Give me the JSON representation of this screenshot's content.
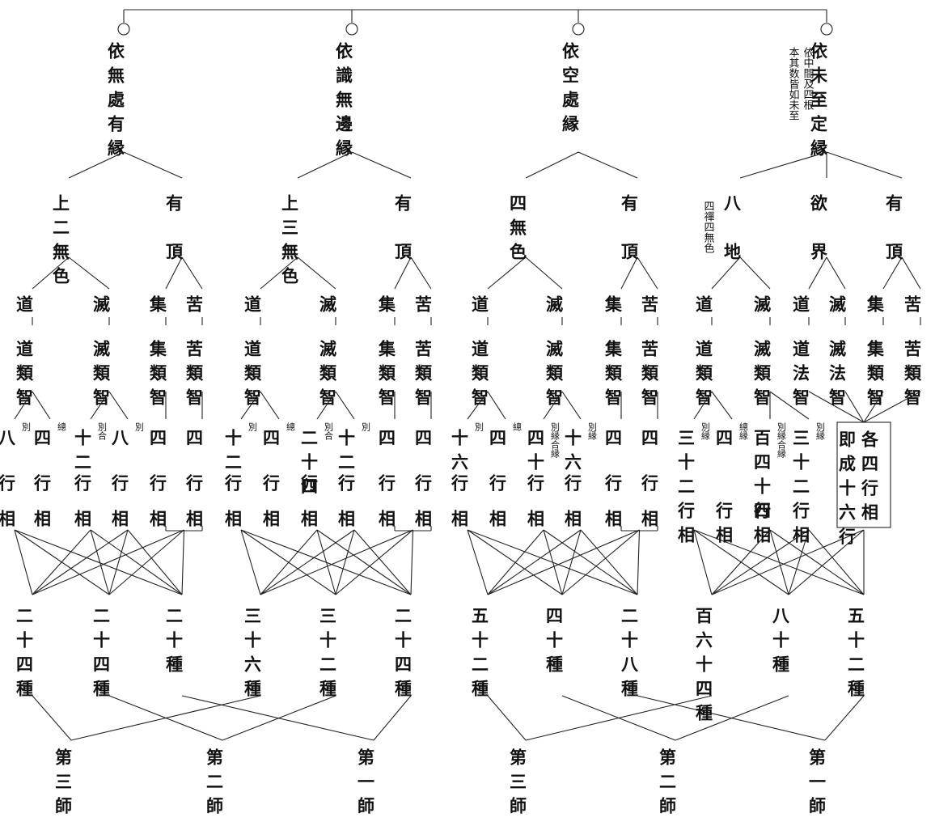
{
  "root_mark": "○",
  "columns": [
    {
      "id": "c1",
      "top_label": "依無處有縁",
      "top_note": "",
      "branches": [
        "上二無色",
        "有",
        "頂"
      ],
      "cognitions": [
        {
          "top": "道",
          "wisdom": "道類智"
        },
        {
          "top": "滅",
          "wisdom": "滅類智"
        },
        {
          "top": "集",
          "wisdom": "集類智"
        },
        {
          "top": "苦",
          "wisdom": "苦類智"
        }
      ],
      "aspects": [
        "八",
        "四",
        "十二",
        "八",
        "四",
        "四"
      ],
      "aspect_notes": [
        "別",
        "總",
        "別合",
        "別"
      ],
      "aspect_suffix": [
        "行",
        "相"
      ],
      "types": [
        "二十四種",
        "二十四種",
        "二十種"
      ],
      "masters": [
        "第三師",
        "第二師",
        "第一師"
      ]
    },
    {
      "id": "c2",
      "top_label": "依識無邊縁",
      "top_note": "",
      "branches": [
        "上三無色",
        "有",
        "頂"
      ],
      "cognitions": [
        {
          "top": "道",
          "wisdom": "道類智"
        },
        {
          "top": "滅",
          "wisdom": "滅類智"
        },
        {
          "top": "集",
          "wisdom": "集類智"
        },
        {
          "top": "苦",
          "wisdom": "苦類智"
        }
      ],
      "aspects": [
        "十二",
        "四",
        "二十四",
        "十二",
        "四",
        "四"
      ],
      "aspect_notes": [
        "別",
        "總",
        "別合",
        "別"
      ],
      "aspect_suffix": [
        "行",
        "相"
      ],
      "types": [
        "三十六種",
        "三十二種",
        "二十四種"
      ],
      "masters": [
        "第三師",
        "第二師",
        "第一師"
      ]
    },
    {
      "id": "c3",
      "top_label": "依空處縁",
      "top_note": "",
      "branches": [
        "四無色",
        "有",
        "頂"
      ],
      "cognitions": [
        {
          "top": "道",
          "wisdom": "道類智"
        },
        {
          "top": "滅",
          "wisdom": "滅類智"
        },
        {
          "top": "集",
          "wisdom": "集類智"
        },
        {
          "top": "苦",
          "wisdom": "苦類智"
        }
      ],
      "aspects": [
        "十六",
        "四",
        "四十",
        "十六",
        "四",
        "四"
      ],
      "aspect_notes": [
        "別",
        "總",
        "別縁合縁",
        "別縁"
      ],
      "aspect_suffix": [
        "行",
        "相"
      ],
      "types": [
        "五十二種",
        "四十種",
        "二十八種"
      ],
      "masters": [
        "第三師",
        "第二師",
        "第一師"
      ]
    },
    {
      "id": "c4",
      "top_label": "依未至定縁",
      "top_note": "依中間及四根本其数皆如未至",
      "branches": [
        "八地",
        "欲界",
        "有頂"
      ],
      "branch_note": "四禪四無色",
      "cognitions": [
        {
          "top": "道",
          "wisdom": "道類智"
        },
        {
          "top": "滅",
          "wisdom": "滅類智"
        },
        {
          "top": "道",
          "wisdom": "道法智"
        },
        {
          "top": "滅",
          "wisdom": "滅法智"
        },
        {
          "top": "集",
          "wisdom": "集類智"
        },
        {
          "top": "苦",
          "wisdom": "苦類智"
        }
      ],
      "aspects": [
        "三十二",
        "四",
        "百四十四",
        "三十二"
      ],
      "aspect_notes": [
        "別縁",
        "總縁",
        "別縁合縁",
        "別縁"
      ],
      "aspect_suffix": [
        "行",
        "相"
      ],
      "box_text": [
        "各四行相",
        "即成十六行"
      ],
      "types": [
        "百六十四種",
        "八十種",
        "五十二種"
      ],
      "masters": [
        "第三師",
        "第二師",
        "第一師"
      ]
    }
  ]
}
